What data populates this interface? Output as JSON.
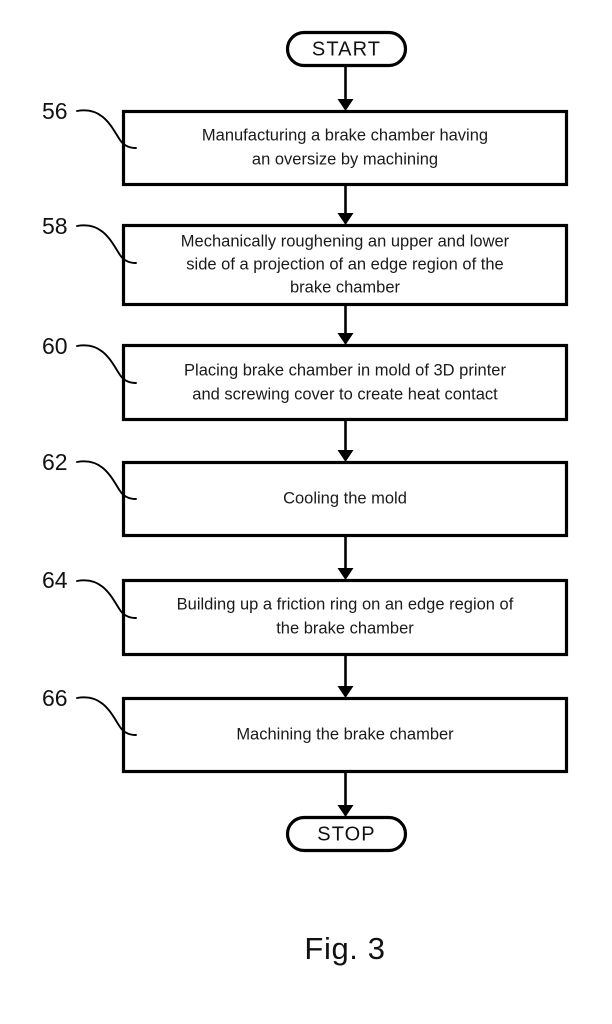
{
  "figure": {
    "caption": "Fig. 3",
    "type": "flowchart",
    "start_label": "START",
    "stop_label": "STOP"
  },
  "steps": [
    {
      "ref": "56",
      "lines": [
        "Manufacturing a brake chamber having",
        "an oversize by machining"
      ]
    },
    {
      "ref": "58",
      "lines": [
        "Mechanically roughening an upper and lower",
        "side of a projection of an edge region of the",
        "brake chamber"
      ]
    },
    {
      "ref": "60",
      "lines": [
        "Placing brake chamber in mold of 3D printer",
        "and screwing cover to create heat contact"
      ]
    },
    {
      "ref": "62",
      "lines": [
        "Cooling the mold"
      ]
    },
    {
      "ref": "64",
      "lines": [
        "Building up a friction ring on an edge region of",
        "the brake chamber"
      ]
    },
    {
      "ref": "66",
      "lines": [
        "Machining the brake chamber"
      ]
    }
  ],
  "colors": {
    "background": "#ffffff",
    "stroke": "#000000",
    "text": "#111111"
  }
}
